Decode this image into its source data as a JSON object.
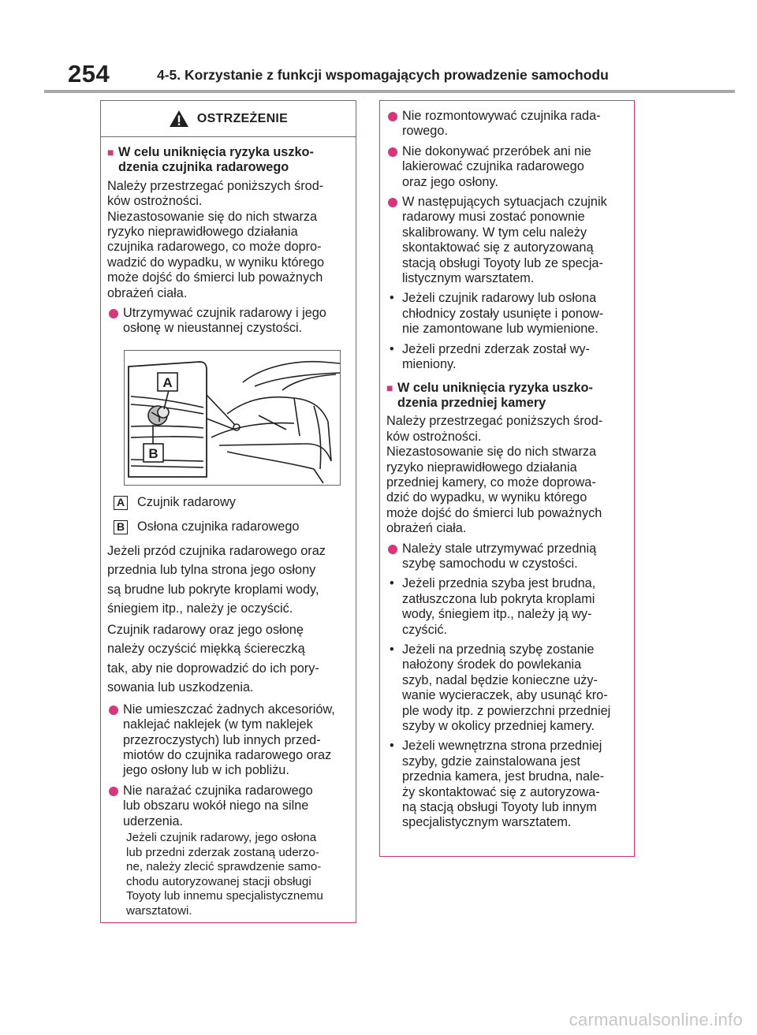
{
  "header": {
    "page_number": "254",
    "section_title": "4-5. Korzystanie z funkcji wspomagających prowadzenie samochodu"
  },
  "left": {
    "warning_title": "OSTRZEŻENIE",
    "heading1": "W celu uniknięcia ryzyka uszko-\ndzenia czujnika radarowego",
    "para1": "Należy przestrzegać poniższych środ-\nków ostrożności.\nNiezastosowanie się do nich stwarza\nryzyko nieprawidłowego działania\nczujnika radarowego, co może dopro-\nwadzić do wypadku, w wyniku którego\nmoże dojść do śmierci lub poważnych\nobrażeń ciała.",
    "item1": "Utrzymywać czujnik radarowy i jego\nosłonę w nieustannej czystości.",
    "figure_labels": [
      "A",
      "B"
    ],
    "legend": [
      {
        "tag": "A",
        "text": "Czujnik radarowy"
      },
      {
        "tag": "B",
        "text": "Osłona czujnika radarowego"
      }
    ],
    "para2": "Jeżeli przód czujnika radarowego oraz\nprzednia lub tylna strona jego osłony\nsą brudne lub pokryte kroplami wody,\nśniegiem itp., należy je oczyścić.",
    "para3": "Czujnik radarowy oraz jego osłonę\nnależy oczyścić miękką ściereczką\ntak, aby nie doprowadzić do ich pory-\nsowania lub uszkodzenia.",
    "item2": "Nie umieszczać żadnych akcesoriów,\nnaklejać naklejek (w tym naklejek\nprzezroczystych) lub innych przed-\nmiotów do czujnika radarowego oraz\njego osłony lub w ich pobliżu.",
    "item3": "Nie narażać czujnika radarowego\nlub obszaru wokół niego na silne\nuderzenia.",
    "item3_sub": "Jeżeli czujnik radarowy, jego osłona\nlub przedni zderzak zostaną uderzo-\nne, należy zlecić sprawdzenie samo-\nchodu autoryzowanej stacji obsługi\nToyoty lub innemu specjalistycznemu\nwarsztatowi."
  },
  "right": {
    "item1": "Nie rozmontowywać czujnika rada-\nrowego.",
    "item2": "Nie dokonywać przeróbek ani nie\nlakierować czujnika radarowego\noraz jego osłony.",
    "item3": "W następujących sytuacjach czujnik\nradarowy musi zostać ponownie\nskalibrowany. W tym celu należy\nskontaktować się z autoryzowaną\nstacją obsługi Toyoty lub ze specja-\nlistycznym warsztatem.",
    "bullet1": "Jeżeli czujnik radarowy lub osłona\nchłodnicy zostały usunięte i ponow-\nnie zamontowane lub wymienione.",
    "bullet2": "Jeżeli przedni zderzak został wy-\nmieniony.",
    "heading2": "W celu uniknięcia ryzyka uszko-\ndzenia przedniej kamery",
    "para4": "Należy przestrzegać poniższych środ-\nków ostrożności.\nNiezastosowanie się do nich stwarza\nryzyko nieprawidłowego działania\nprzedniej kamery, co może doprowa-\ndzić do wypadku, w wyniku którego\nmoże dojść do śmierci lub poważnych\nobrażeń ciała.",
    "item4": "Należy stale utrzymywać przednią\nszybę samochodu w czystości.",
    "bullet3": "Jeżeli przednia szyba jest brudna,\nzatłuszczona lub pokryta kroplami\nwody, śniegiem itp., należy ją wy-\nczyścić.",
    "bullet4": "Jeżeli na przednią szybę zostanie\nnałożony środek do powlekania\nszyb, nadal będzie konieczne uży-\nwanie wycieraczek, aby usunąć kro-\nple wody itp. z powierzchni przedniej\nszyby w okolicy przedniej kamery.",
    "bullet5": "Jeżeli wewnętrzna strona przedniej\nszyby, gdzie zainstalowana jest\nprzednia kamera, jest brudna, nale-\nży skontaktować się z autoryzowa-\nną stacją obsługi Toyoty lub innym\nspecjalistycznym warsztatem."
  },
  "watermark": "carmanualsonline.info",
  "colors": {
    "accent": "#d8367a",
    "rule": "#a9a9a9",
    "text": "#231f20"
  }
}
